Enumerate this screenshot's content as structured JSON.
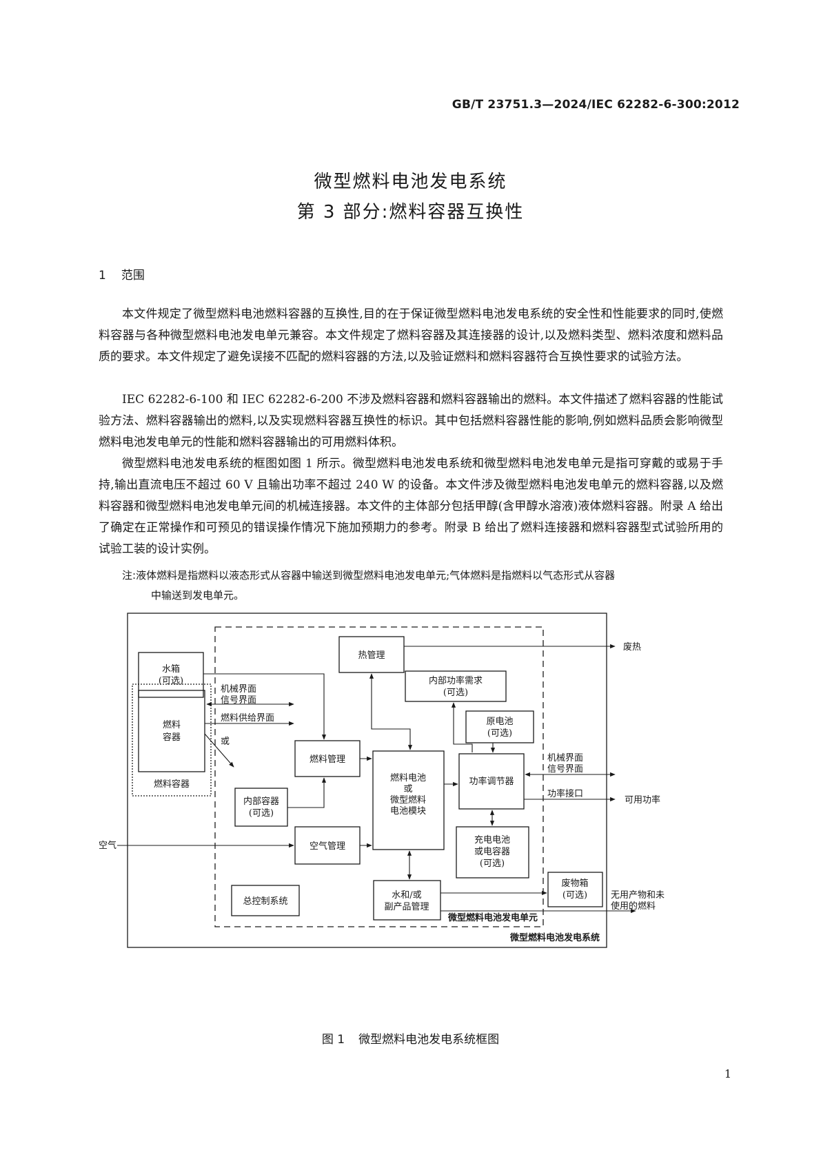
{
  "header": {
    "standard_number": "GB/T 23751.3—2024/IEC 62282-6-300:2012"
  },
  "title": {
    "line1": "微型燃料电池发电系统",
    "line2": "第 3 部分:燃料容器互换性"
  },
  "section": {
    "number": "1",
    "title": "范围"
  },
  "paragraphs": [
    "本文件规定了微型燃料电池燃料容器的互换性,目的在于保证微型燃料电池发电系统的安全性和性能要求的同时,使燃料容器与各种微型燃料电池发电单元兼容。本文件规定了燃料容器及其连接器的设计,以及燃料类型、燃料浓度和燃料品质的要求。本文件规定了避免误接不匹配的燃料容器的方法,以及验证燃料和燃料容器符合互换性要求的试验方法。",
    "IEC 62282-6-100 和 IEC 62282-6-200 不涉及燃料容器和燃料容器输出的燃料。本文件描述了燃料容器的性能试验方法、燃料容器输出的燃料,以及实现燃料容器互换性的标识。其中包括燃料容器性能的影响,例如燃料品质会影响微型燃料电池发电单元的性能和燃料容器输出的可用燃料体积。",
    "微型燃料电池发电系统的框图如图 1 所示。微型燃料电池发电系统和微型燃料电池发电单元是指可穿戴的或易于手持,输出直流电压不超过 60 V 且输出功率不超过 240 W 的设备。本文件涉及微型燃料电池发电单元的燃料容器,以及燃料容器和微型燃料电池发电单元间的机械连接器。本文件的主体部分包括甲醇(含甲醇水溶液)液体燃料容器。附录 A 给出了确定在正常操作和可预见的错误操作情况下施加预期力的参考。附录 B 给出了燃料连接器和燃料容器型式试验所用的试验工装的设计实例。"
  ],
  "note": {
    "label": "注:",
    "line1": "液体燃料是指燃料以液态形式从容器中输送到微型燃料电池发电单元;气体燃料是指燃料以气态形式从容器",
    "line2": "中输送到发电单元。"
  },
  "diagram": {
    "water_tank": [
      "水箱",
      "(可选)"
    ],
    "fuel_container_inner": [
      "燃料",
      "容器"
    ],
    "fuel_container_label": "燃料容器",
    "thermal_mgmt": "热管理",
    "internal_power_demand": [
      "内部功率需求",
      "(可选)"
    ],
    "primary_battery": [
      "原电池",
      "(可选)"
    ],
    "fuel_mgmt": "燃料管理",
    "inner_container": [
      "内部容器",
      "(可选)"
    ],
    "fuel_cell": [
      "燃料电池",
      "或",
      "微型燃料",
      "电池模块"
    ],
    "power_conditioner": "功率调节器",
    "rechargeable": [
      "充电电池",
      "或电容器",
      "(可选)"
    ],
    "air_mgmt": "空气管理",
    "water_byproduct": [
      "水和/或",
      "副产品管理"
    ],
    "waste_box": [
      "废物箱",
      "(可选)"
    ],
    "master_control": "总控制系统",
    "left_mech_interface": [
      "机械界面",
      "信号界面"
    ],
    "fuel_supply_interface": "燃料供给界面",
    "or_label": "或",
    "air_label": "空气",
    "waste_heat": "废热",
    "right_mech_interface": [
      "机械界面",
      "信号界面"
    ],
    "power_port": "功率接口",
    "usable_power": "可用功率",
    "unused_products": [
      "无用产物和未",
      "使用的燃料"
    ],
    "unit_label": "微型燃料电池发电单元",
    "system_label": "微型燃料电池发电系统"
  },
  "figure": {
    "number": "图 1",
    "caption": "微型燃料电池发电系统框图"
  },
  "page_number": "1"
}
